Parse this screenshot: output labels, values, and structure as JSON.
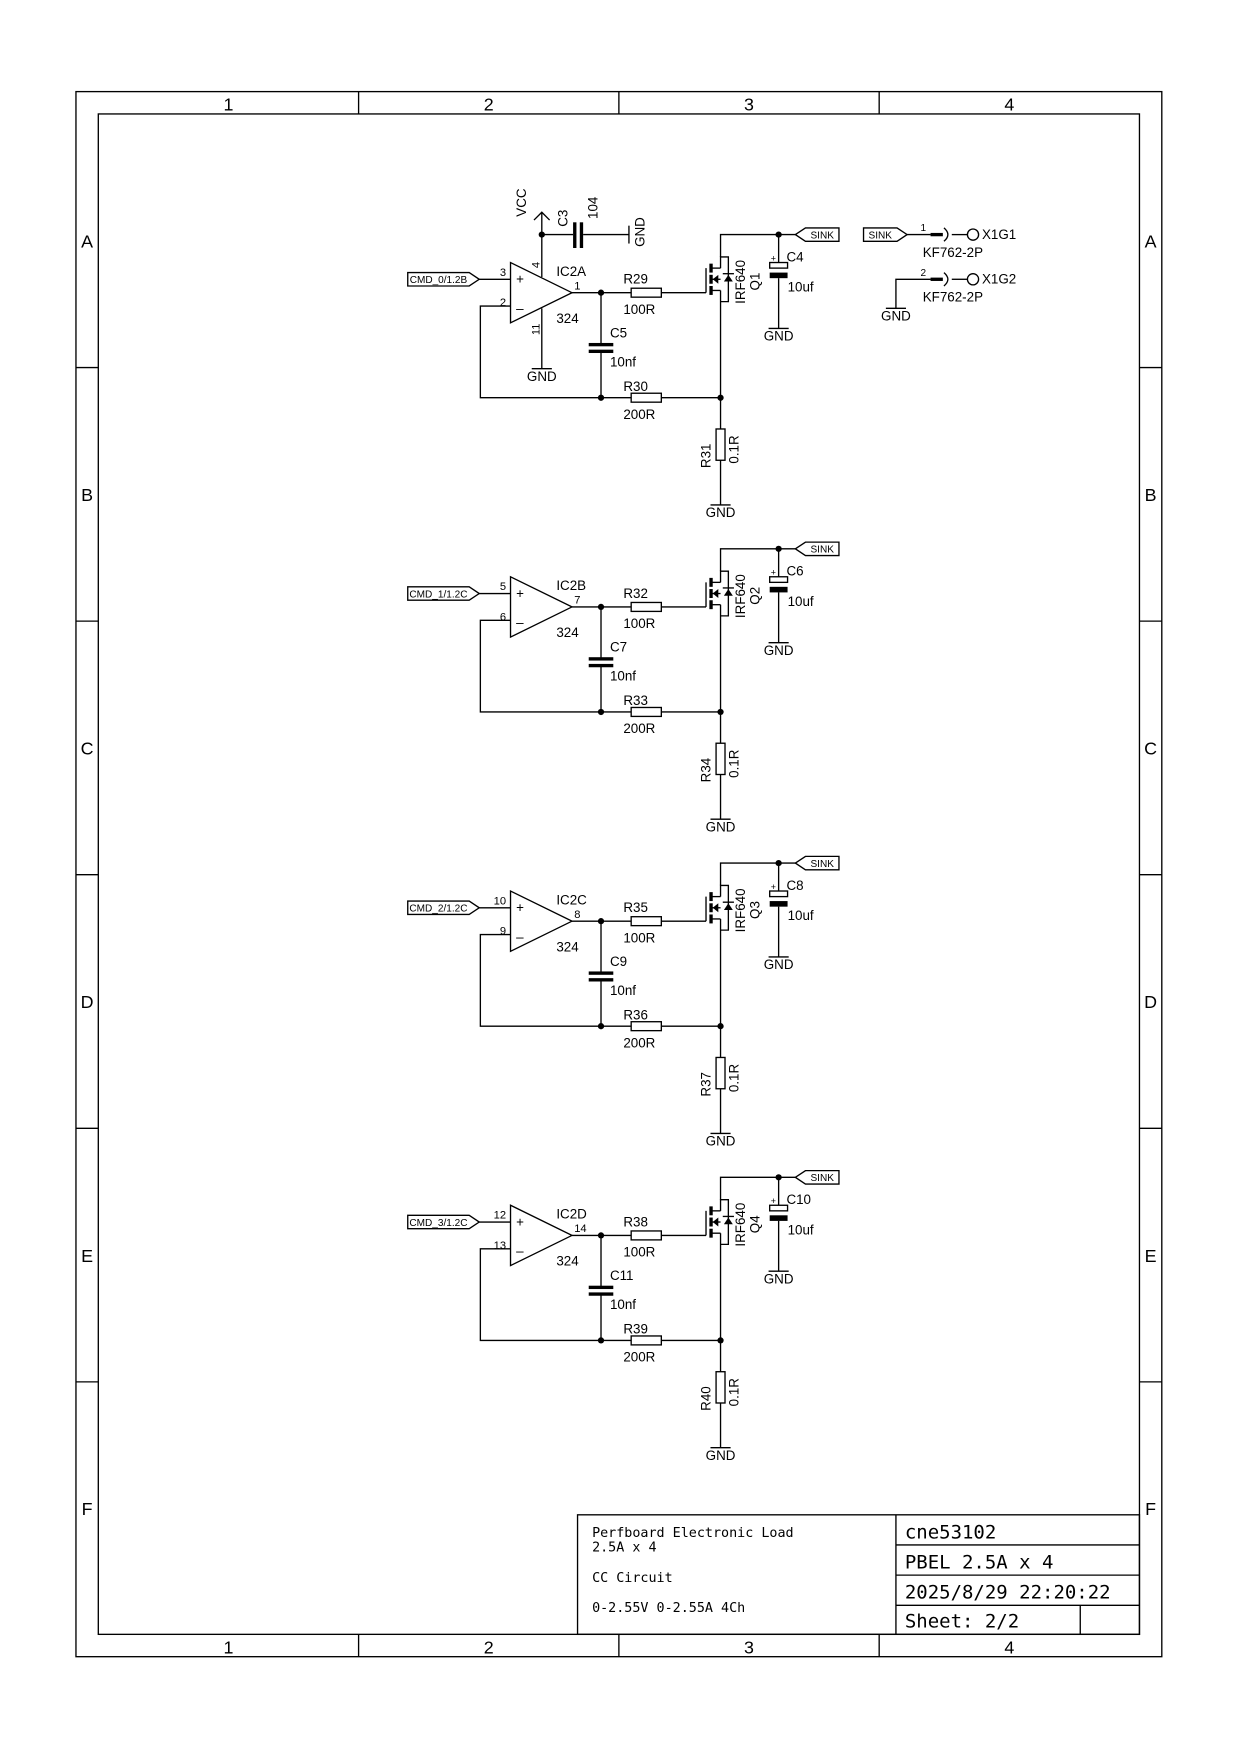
{
  "frame": {
    "columns": [
      "1",
      "2",
      "3",
      "4"
    ],
    "rows": [
      "A",
      "B",
      "C",
      "D",
      "E",
      "F"
    ]
  },
  "power": {
    "vcc": "VCC",
    "gnd": "GND",
    "c3_ref": "C3",
    "c3_value": "104",
    "pin_vcc": "4",
    "pin_gnd": "11"
  },
  "channels": [
    {
      "cmd": "CMD_0/1.2B",
      "ic": "IC2A",
      "part": "324",
      "pin_plus": "3",
      "pin_minus": "2",
      "pin_out": "1",
      "r_gate": "R29",
      "r_gate_val": "100R",
      "c_comp": "C5",
      "c_comp_val": "10nf",
      "r_fb": "R30",
      "r_fb_val": "200R",
      "r_sense": "R31",
      "r_sense_val": "0.1R",
      "mosfet": "Q1",
      "mosfet_part": "IRF640",
      "c_out": "C4",
      "c_out_val": "10uf",
      "sink": "SINK",
      "gnd": "GND"
    },
    {
      "cmd": "CMD_1/1.2C",
      "ic": "IC2B",
      "part": "324",
      "pin_plus": "5",
      "pin_minus": "6",
      "pin_out": "7",
      "r_gate": "R32",
      "r_gate_val": "100R",
      "c_comp": "C7",
      "c_comp_val": "10nf",
      "r_fb": "R33",
      "r_fb_val": "200R",
      "r_sense": "R34",
      "r_sense_val": "0.1R",
      "mosfet": "Q2",
      "mosfet_part": "IRF640",
      "c_out": "C6",
      "c_out_val": "10uf",
      "sink": "SINK",
      "gnd": "GND"
    },
    {
      "cmd": "CMD_2/1.2C",
      "ic": "IC2C",
      "part": "324",
      "pin_plus": "10",
      "pin_minus": "9",
      "pin_out": "8",
      "r_gate": "R35",
      "r_gate_val": "100R",
      "c_comp": "C9",
      "c_comp_val": "10nf",
      "r_fb": "R36",
      "r_fb_val": "200R",
      "r_sense": "R37",
      "r_sense_val": "0.1R",
      "mosfet": "Q3",
      "mosfet_part": "IRF640",
      "c_out": "C8",
      "c_out_val": "10uf",
      "sink": "SINK",
      "gnd": "GND"
    },
    {
      "cmd": "CMD_3/1.2C",
      "ic": "IC2D",
      "part": "324",
      "pin_plus": "12",
      "pin_minus": "13",
      "pin_out": "14",
      "r_gate": "R38",
      "r_gate_val": "100R",
      "c_comp": "C11",
      "c_comp_val": "10nf",
      "r_fb": "R39",
      "r_fb_val": "200R",
      "r_sense": "R40",
      "r_sense_val": "0.1R",
      "mosfet": "Q4",
      "mosfet_part": "IRF640",
      "c_out": "C10",
      "c_out_val": "10uf",
      "sink": "SINK",
      "gnd": "GND"
    }
  ],
  "connector": {
    "sink": "SINK",
    "pins": [
      {
        "num": "1",
        "name": "X1G1",
        "part": "KF762-2P"
      },
      {
        "num": "2",
        "name": "X1G2",
        "part": "KF762-2P"
      }
    ],
    "gnd": "GND"
  },
  "title_block": {
    "description_line1": "Perfboard Electronic Load",
    "description_line2": "2.5A x 4",
    "circuit": "CC Circuit",
    "spec": "0-2.55V 0-2.55A 4Ch",
    "author": "cne53102",
    "project": "PBEL 2.5A x 4",
    "datetime": "2025/8/29 22:20:22",
    "sheet": "Sheet: 2/2"
  }
}
